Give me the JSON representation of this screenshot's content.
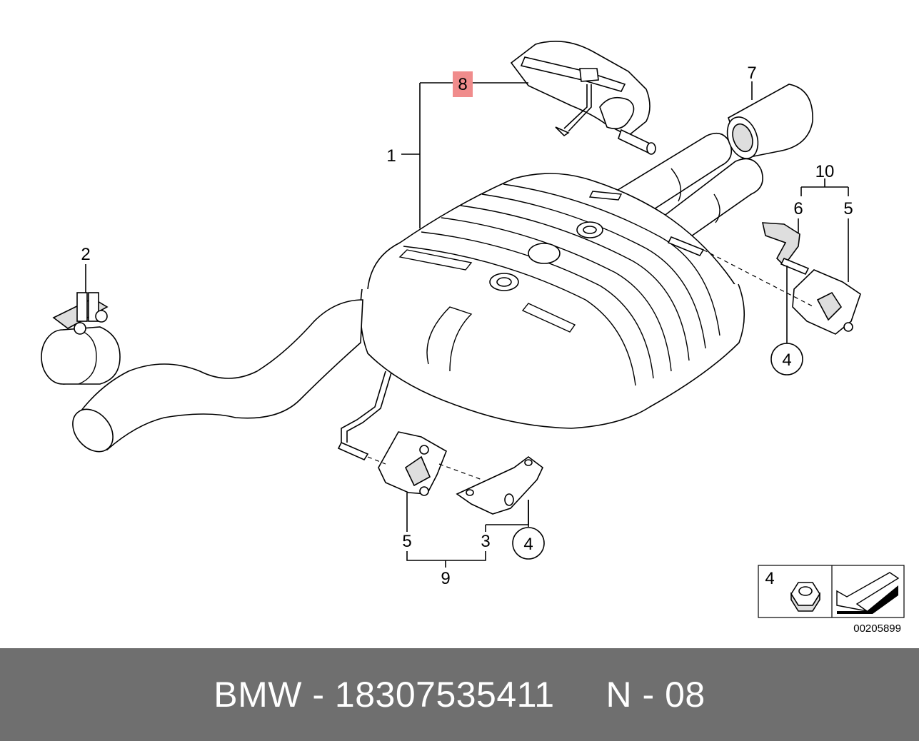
{
  "diagram": {
    "callouts": {
      "c1": "1",
      "c2": "2",
      "c3": "3",
      "c4_right": "4",
      "c4_bottom": "4",
      "c5_right": "5",
      "c5_bottom": "5",
      "c6": "6",
      "c7": "7",
      "c8": "8",
      "c9": "9",
      "c10": "10"
    },
    "highlight_color": "#f08c8c",
    "inset": {
      "label": "4"
    },
    "drawing_code": "00205899"
  },
  "footer": {
    "text": "BMW - 18307535411     N - 08",
    "background": "#6f6f6f"
  }
}
